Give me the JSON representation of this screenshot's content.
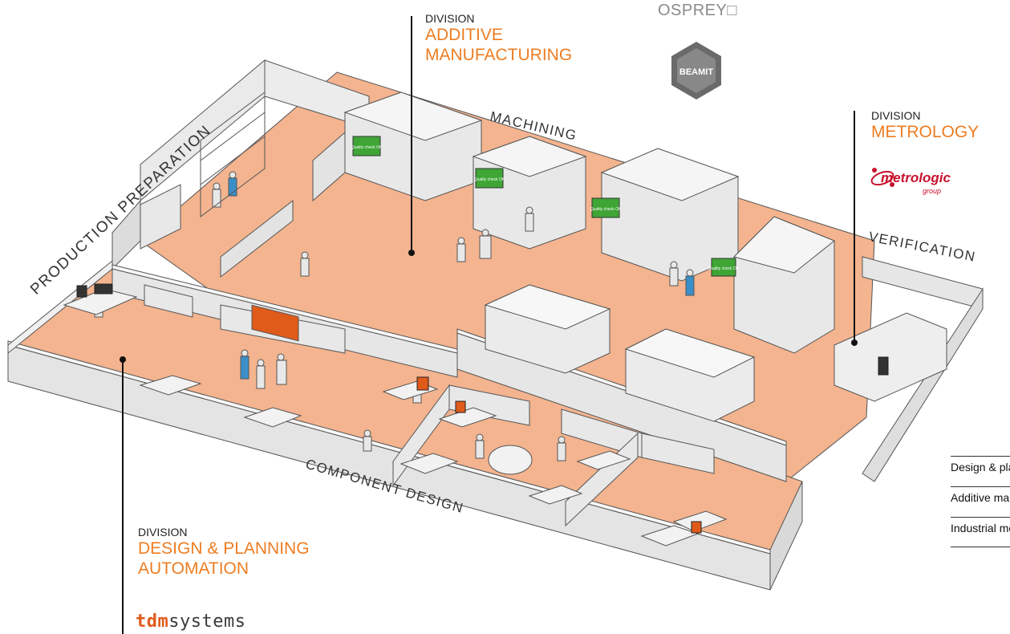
{
  "divisions": {
    "design_planning": {
      "small": "DIVISION",
      "title_line1": "DESIGN & PLANNING",
      "title_line2": "AUTOMATION"
    },
    "additive": {
      "small": "DIVISION",
      "title_line1": "ADDITIVE",
      "title_line2": "MANUFACTURING"
    },
    "metrology": {
      "small": "DIVISION",
      "title_line1": "METROLOGY"
    }
  },
  "areas": {
    "production_preparation": "PRODUCTION PREPARATION",
    "machining": "MACHINING",
    "verification": "VERIFICATION",
    "component_design": "COMPONENT DESIGN"
  },
  "brands": {
    "osprey": "OSPREY□",
    "beamit": "BEAMIT",
    "metrologic": "metrologic",
    "metrologic_sub": "group",
    "tdm_a": "tdm",
    "tdm_b": "systems"
  },
  "screens": {
    "quality_check": "Quality check OK"
  },
  "legend": [
    "Design & planning",
    "Additive manufacturing",
    "Industrial metrology"
  ],
  "colors": {
    "accent": "#ee7d22",
    "floor": "#f3b48f",
    "wall": "#e6e6e6",
    "wall_top": "#f7f7f7",
    "wall_edge": "#555555",
    "screen": "#3fa535"
  }
}
